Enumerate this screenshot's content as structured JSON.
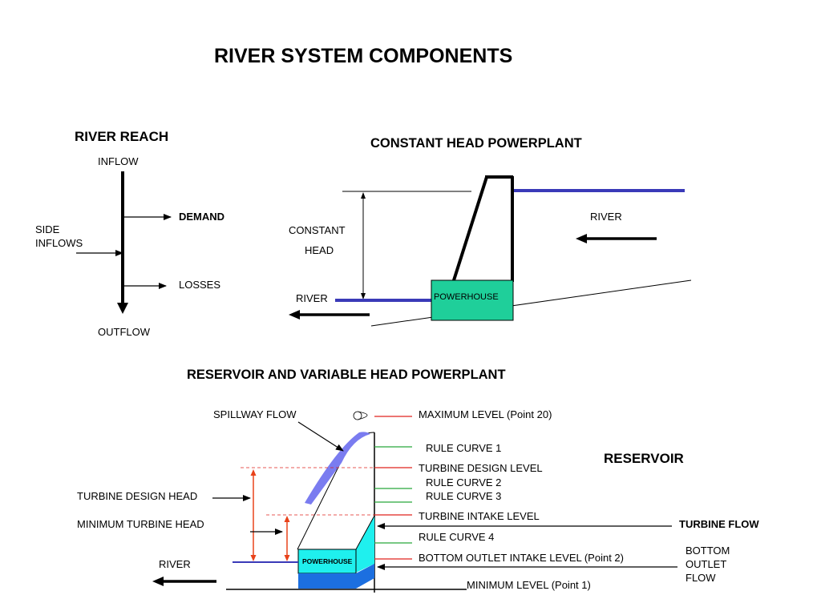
{
  "title": "RIVER SYSTEM COMPONENTS",
  "river_reach": {
    "heading": "RIVER REACH",
    "inflow": "INFLOW",
    "demand": "DEMAND",
    "side_inflows_1": "SIDE",
    "side_inflows_2": "INFLOWS",
    "losses": "LOSSES",
    "outflow": "OUTFLOW"
  },
  "constant_head": {
    "heading": "CONSTANT HEAD POWERPLANT",
    "constant": "CONSTANT",
    "head": "HEAD",
    "river_right": "RIVER",
    "river_left": "RIVER",
    "powerhouse": "POWERHOUSE"
  },
  "reservoir_plant": {
    "heading": "RESERVOIR AND VARIABLE HEAD POWERPLANT",
    "spillway_flow": "SPILLWAY FLOW",
    "maximum_level": "MAXIMUM LEVEL (Point 20)",
    "rule_curve_1": "RULE CURVE 1",
    "turbine_design_level": "TURBINE DESIGN LEVEL",
    "rule_curve_2": "RULE CURVE 2",
    "rule_curve_3": "RULE CURVE 3",
    "turbine_intake_level": "TURBINE INTAKE LEVEL",
    "rule_curve_4": "RULE CURVE 4",
    "bottom_outlet_intake_level": "BOTTOM OUTLET INTAKE LEVEL (Point 2)",
    "minimum_level": "MINIMUM LEVEL (Point 1)",
    "reservoir": "RESERVOIR",
    "turbine_flow": "TURBINE FLOW",
    "bottom_outlet_flow_1": "BOTTOM",
    "bottom_outlet_flow_2": "OUTLET",
    "bottom_outlet_flow_3": "FLOW",
    "turbine_design_head": "TURBINE DESIGN HEAD",
    "minimum_turbine_head": "MINIMUM TURBINE HEAD",
    "river": "RIVER",
    "powerhouse": "POWERHOUSE"
  },
  "colors": {
    "river_blue": "#3a3ab8",
    "powerhouse_green": "#1fcf9a",
    "intake_cyan": "#1ff0ee",
    "base_blue": "#1c6fe0",
    "spillway_purple": "#7a7cf0",
    "level_red": "#e0231e",
    "rule_green": "#28a83a",
    "head_arrow": "#e8421a"
  }
}
